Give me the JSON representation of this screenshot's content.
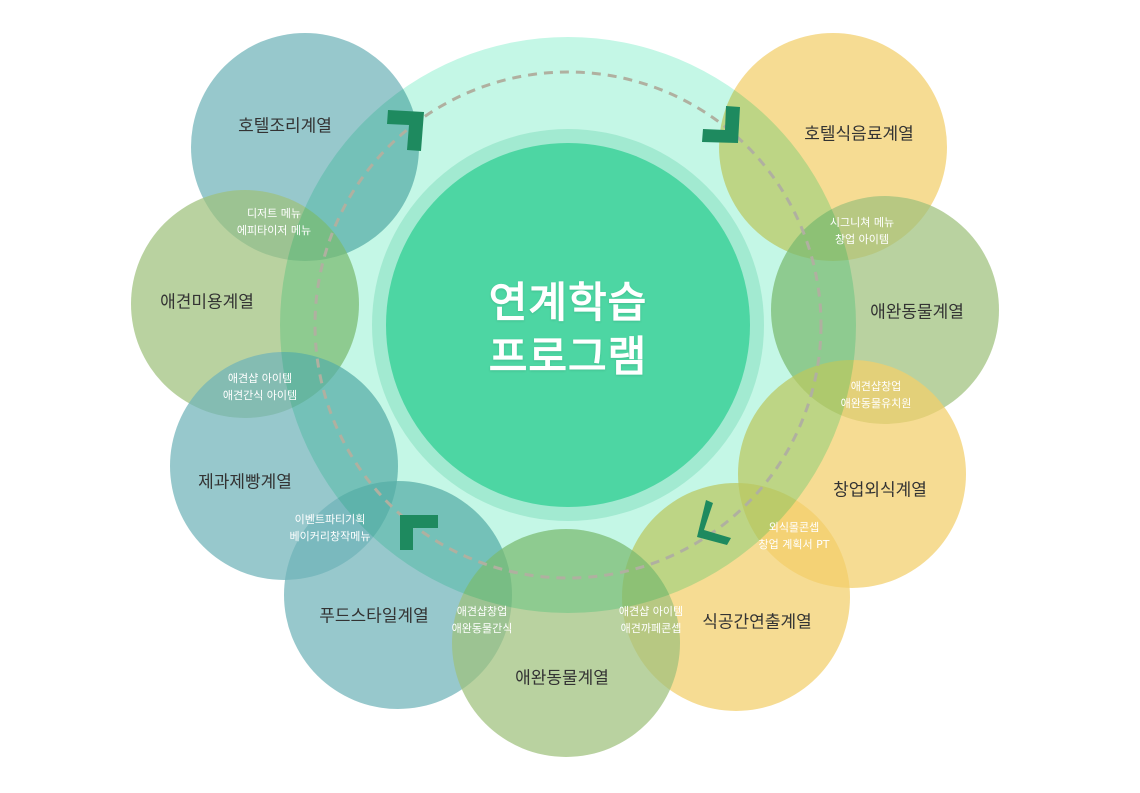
{
  "center": {
    "line1": "연계학습",
    "line2": "프로그램"
  },
  "departments": {
    "hotel_cooking": "호텔조리계열",
    "hotel_beverage": "호텔식음료계열",
    "pet_beauty": "애견미용계열",
    "companion_right": "애완동물계열",
    "bakery": "제과제빵계열",
    "startup_dining": "창업외식계열",
    "food_styling": "푸드스타일계열",
    "space_direction": "식공간연출계열",
    "companion_bottom": "애완동물계열"
  },
  "overlaps": {
    "cooking_pet": [
      "디저트 메뉴",
      "에피타이저 메뉴"
    ],
    "beverage_companion": [
      "시그니쳐 메뉴",
      "창업 아이템"
    ],
    "pet_bakery": [
      "애견샵 아이템",
      "애견간식 아이템"
    ],
    "companion_startup": [
      "애견샵창업",
      "애완동물유치원"
    ],
    "bakery_food": [
      "이벤트파티기획",
      "베이커리창작메뉴"
    ],
    "startup_space": [
      "외식몰콘셉",
      "창업 계획서 PT"
    ],
    "food_companion": [
      "애견샵창업",
      "애완동물간식"
    ],
    "companion_space": [
      "애견샵 아이템",
      "애견까페콘셉"
    ]
  },
  "colors": {
    "big_circle": "#c4f7e6",
    "center_ring": "#9ce8cc",
    "center_fill": "#4dd6a3",
    "teal": "#7fbdc1",
    "olive": "#a9c88a",
    "yellow": "#f6d77a",
    "arrow": "#1e8a5f",
    "dashed_ring": "#b5b5a6"
  }
}
